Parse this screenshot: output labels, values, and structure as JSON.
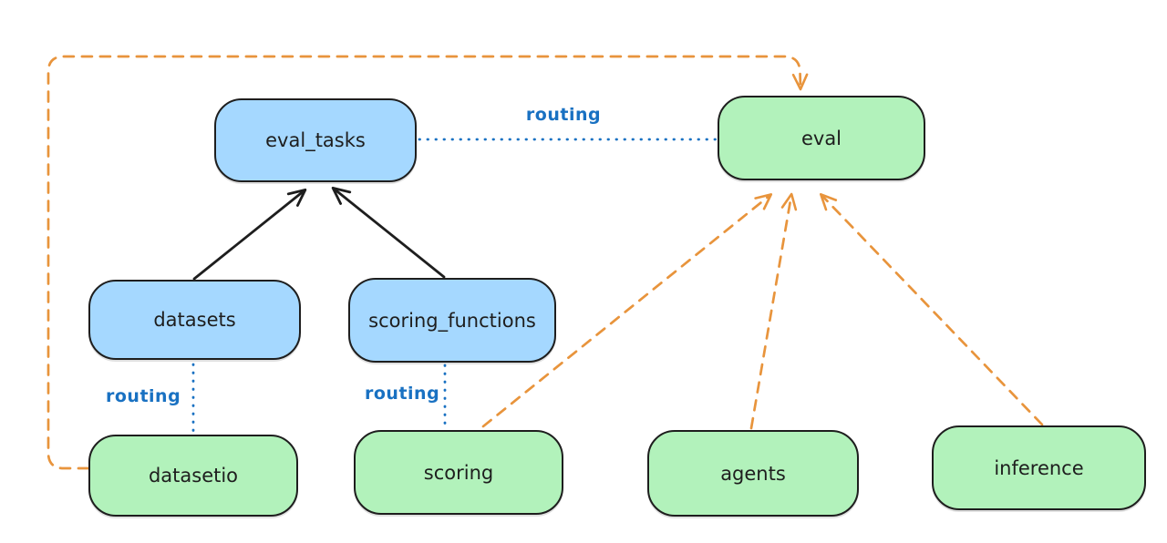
{
  "canvas": {
    "background": "#ffffff"
  },
  "colors": {
    "node_border": "#1e1e1e",
    "blue_node_fill": "#a5d8ff",
    "green_node_fill": "#b2f2bb",
    "routing_blue": "#1971c2",
    "dashed_orange": "#e8943c",
    "solid_black": "#1e1e1e"
  },
  "nodes": {
    "eval_tasks": {
      "label": "eval_tasks",
      "fill": "#a5d8ff"
    },
    "eval": {
      "label": "eval",
      "fill": "#b2f2bb"
    },
    "datasets": {
      "label": "datasets",
      "fill": "#a5d8ff"
    },
    "scoring_functions": {
      "label": "scoring_functions",
      "fill": "#a5d8ff"
    },
    "datasetio": {
      "label": "datasetio",
      "fill": "#b2f2bb"
    },
    "scoring": {
      "label": "scoring",
      "fill": "#b2f2bb"
    },
    "agents": {
      "label": "agents",
      "fill": "#b2f2bb"
    },
    "inference": {
      "label": "inference",
      "fill": "#b2f2bb"
    }
  },
  "edge_labels": {
    "routing_eval_tasks_eval": "routing",
    "routing_datasets_datasetio": "routing",
    "routing_scoring_functions_scoring": "routing"
  },
  "edges": [
    {
      "from": "datasets",
      "to": "eval_tasks",
      "style": "solid",
      "color": "#1e1e1e",
      "arrow": "to"
    },
    {
      "from": "scoring_functions",
      "to": "eval_tasks",
      "style": "solid",
      "color": "#1e1e1e",
      "arrow": "to"
    },
    {
      "from": "eval_tasks",
      "to": "eval",
      "style": "dotted",
      "color": "#1971c2",
      "label": "routing",
      "arrow": "none"
    },
    {
      "from": "datasets",
      "to": "datasetio",
      "style": "dotted",
      "color": "#1971c2",
      "label": "routing",
      "arrow": "none"
    },
    {
      "from": "scoring_functions",
      "to": "scoring",
      "style": "dotted",
      "color": "#1971c2",
      "label": "routing",
      "arrow": "none"
    },
    {
      "from": "datasetio",
      "to": "eval",
      "style": "dashed",
      "color": "#e8943c",
      "arrow": "to",
      "route": "around-top-left"
    },
    {
      "from": "scoring",
      "to": "eval",
      "style": "dashed",
      "color": "#e8943c",
      "arrow": "to"
    },
    {
      "from": "agents",
      "to": "eval",
      "style": "dashed",
      "color": "#e8943c",
      "arrow": "to"
    },
    {
      "from": "inference",
      "to": "eval",
      "style": "dashed",
      "color": "#e8943c",
      "arrow": "to"
    }
  ]
}
